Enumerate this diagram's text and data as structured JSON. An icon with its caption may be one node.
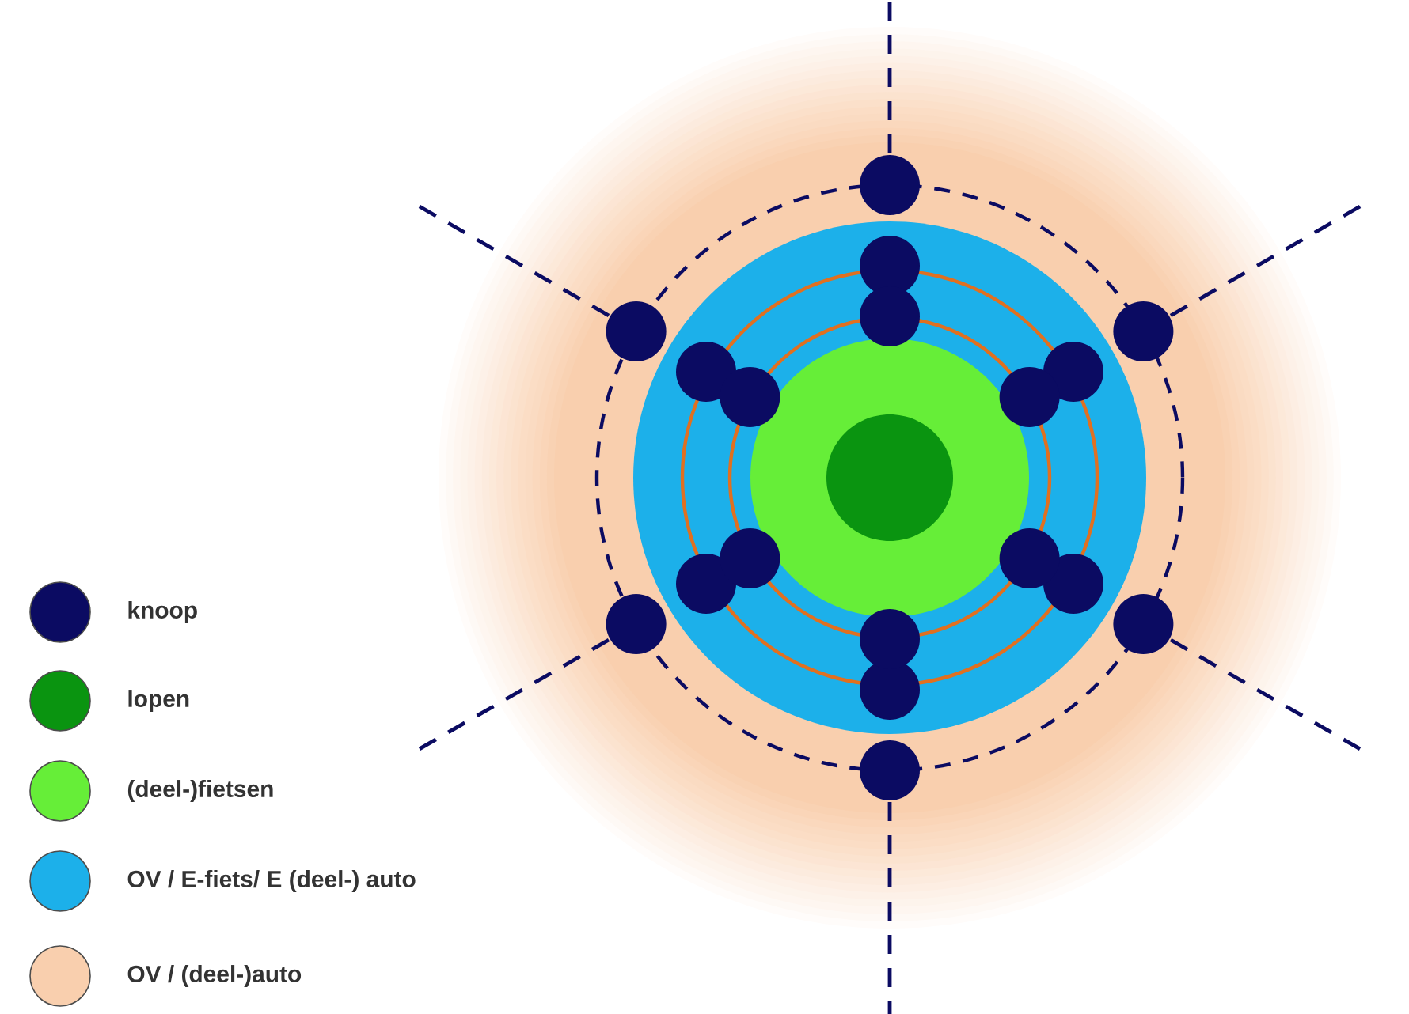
{
  "diagram": {
    "legend": [
      {
        "text": "knoop",
        "color": "#0b0b62"
      },
      {
        "text": "lopen",
        "color": "#0a9410"
      },
      {
        "text": "(deel-)fietsen",
        "color": "#66ee38"
      },
      {
        "text": "OV / E-fiets/ E (deel-) auto",
        "color": "#1cb0ea"
      },
      {
        "text": "OV / (deel-)auto",
        "color": "#f9cfae"
      }
    ]
  }
}
